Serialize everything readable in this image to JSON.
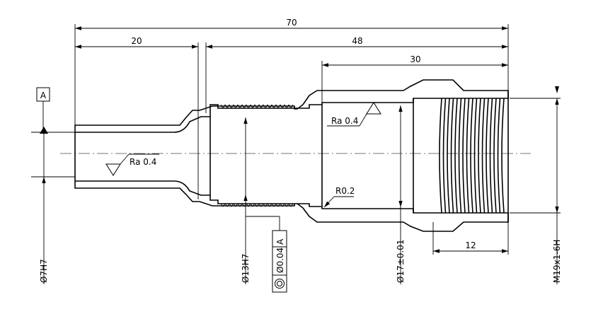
{
  "drawing": {
    "dimensions": {
      "overall_length": "70",
      "left_length": "20",
      "right_length": "48",
      "bore_length": "30",
      "thread_length": "12"
    },
    "diameters": {
      "small_bore": "Ø7H7",
      "mid_bore": "Ø13H7",
      "large_bore": "Ø17±0.01",
      "thread": "M19x1-6H"
    },
    "roughness": {
      "small_bore": "Ra 0.4",
      "large_bore": "Ra 0.4"
    },
    "fillet_radius": "R0.2",
    "datum": "A",
    "geometric_tolerance": {
      "value": "Ø0.04",
      "datum": "A"
    }
  }
}
